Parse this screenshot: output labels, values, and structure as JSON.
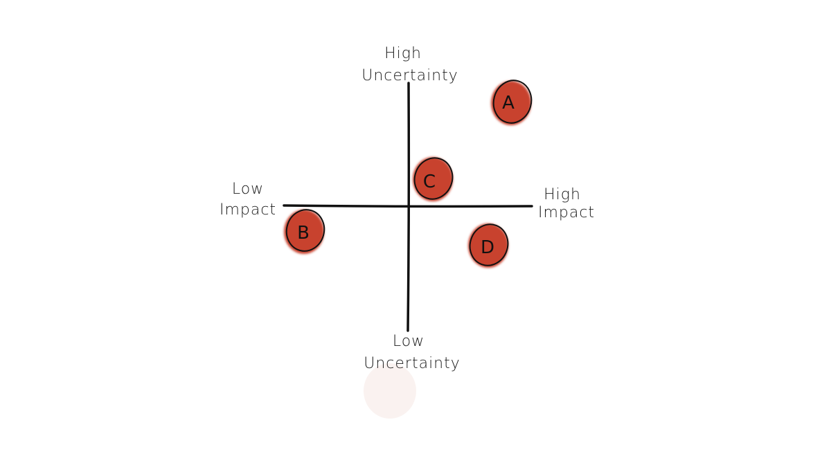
{
  "labels": {
    "top_line1": "High",
    "top_line2": "Uncertainty",
    "bottom_line1": "Low",
    "bottom_line2": "Uncertainty",
    "left_line1": "Low",
    "left_line2": "Impact",
    "right_line1": "High",
    "right_line2": "Impact"
  },
  "items": [
    {
      "letter": "A",
      "quadrant": "high-impact-high-uncertainty"
    },
    {
      "letter": "B",
      "quadrant": "low-impact-low-uncertainty"
    },
    {
      "letter": "C",
      "quadrant": "high-impact-high-uncertainty"
    },
    {
      "letter": "D",
      "quadrant": "high-impact-low-uncertainty"
    }
  ],
  "colors": {
    "dot": "#c8432e",
    "ink": "#111111"
  }
}
